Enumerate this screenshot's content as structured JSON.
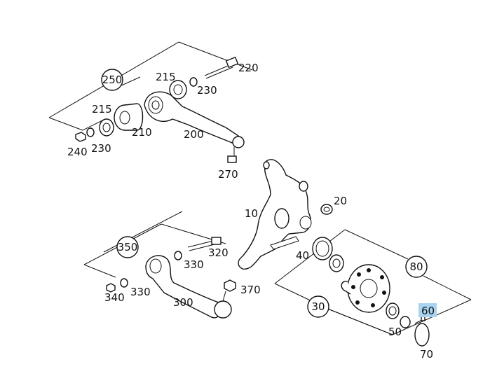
{
  "diagram": {
    "group_labels": {
      "g250": "250",
      "g350": "350",
      "g80": "80",
      "g30": "30"
    },
    "part_labels": {
      "p220": "220",
      "p215a": "215",
      "p230a": "230",
      "p215b": "215",
      "p210": "210",
      "p200": "200",
      "p240": "240",
      "p230b": "230",
      "p270": "270",
      "p20": "20",
      "p10": "10",
      "p320": "320",
      "p330a": "330",
      "p340": "340",
      "p330b": "330",
      "p370": "370",
      "p300": "300",
      "p40": "40",
      "p50": "50",
      "p60": "60",
      "p70": "70"
    },
    "highlight_color": "#a8d4f0"
  }
}
